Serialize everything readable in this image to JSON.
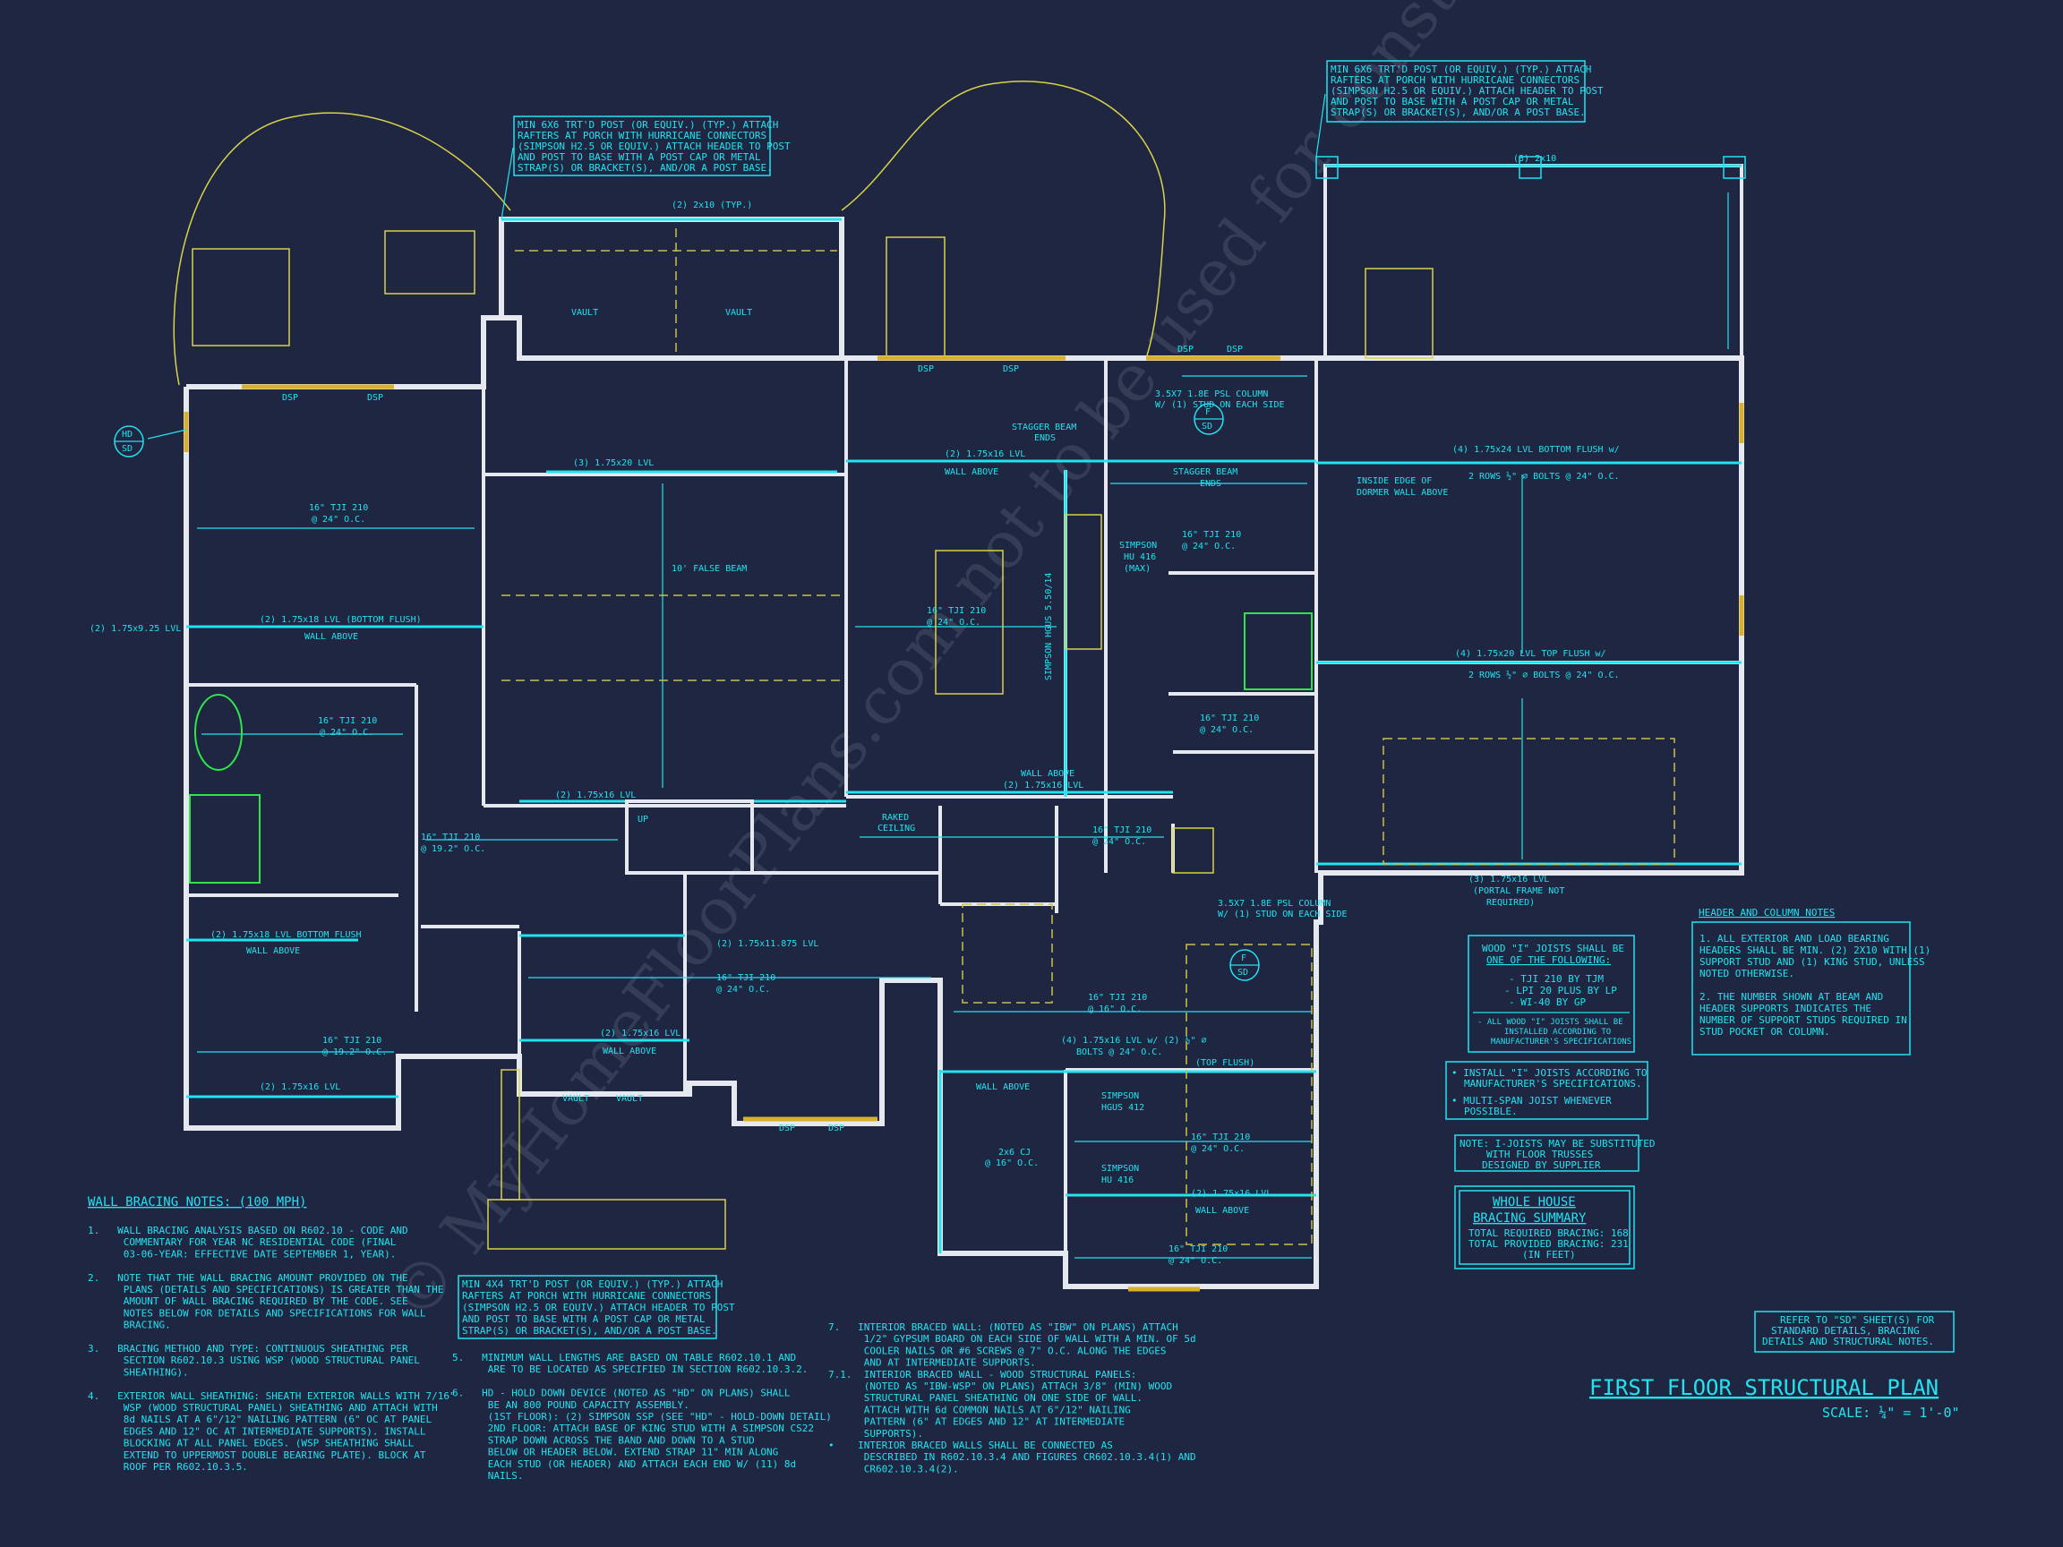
{
  "watermark": "© MyHomeFloorPlans.com not to be used for construction",
  "title": "FIRST FLOOR STRUCTURAL PLAN",
  "scale": "SCALE: ¼\" = 1'-0\"",
  "refer_note": [
    "REFER TO \"SD\" SHEET(S) FOR",
    "STANDARD DETAILS, BRACING",
    "DETAILS AND STRUCTURAL NOTES."
  ],
  "post_notes": {
    "left": [
      "MIN 6X6 TRT'D POST (OR EQUIV.) (TYP.) ATTACH",
      "RAFTERS AT PORCH WITH HURRICANE CONNECTORS",
      "(SIMPSON H2.5 OR EQUIV.) ATTACH HEADER TO POST",
      "AND POST TO BASE WITH A POST CAP OR METAL",
      "STRAP(S) OR BRACKET(S), AND/OR A POST BASE."
    ],
    "right": [
      "MIN 6X6 TRT'D POST (OR EQUIV.) (TYP.) ATTACH",
      "RAFTERS AT PORCH WITH HURRICANE CONNECTORS",
      "(SIMPSON H2.5 OR EQUIV.) ATTACH HEADER TO POST",
      "AND POST TO BASE WITH A POST CAP OR METAL",
      "STRAP(S) OR BRACKET(S), AND/OR A POST BASE."
    ],
    "bottom": [
      "MIN 4X4 TRT'D POST (OR EQUIV.) (TYP.) ATTACH",
      "RAFTERS AT PORCH WITH HURRICANE CONNECTORS",
      "(SIMPSON H2.5 OR EQUIV.) ATTACH HEADER TO POST",
      "AND POST TO BASE WITH A POST CAP OR METAL",
      "STRAP(S) OR BRACKET(S), AND/OR A POST BASE."
    ]
  },
  "header_notes": {
    "title": "HEADER AND COLUMN NOTES",
    "lines": [
      "1. ALL EXTERIOR AND LOAD BEARING",
      "HEADERS SHALL BE MIN. (2) 2X10 WITH (1)",
      "SUPPORT STUD AND (1) KING STUD, UNLESS",
      "NOTED OTHERWISE.",
      "",
      "2. THE NUMBER SHOWN AT BEAM AND",
      "HEADER SUPPORTS INDICATES THE",
      "NUMBER OF SUPPORT STUDS REQUIRED IN",
      "STUD POCKET OR COLUMN."
    ]
  },
  "joist_notes": {
    "lines": [
      "WOOD \"I\" JOISTS SHALL BE",
      "ONE OF THE FOLLOWING:",
      "- TJI 210 BY TJM",
      "- LPI 20 PLUS BY LP",
      "- WI-40 BY GP",
      "- ALL WOOD \"I\" JOISTS SHALL BE",
      "INSTALLED ACCORDING TO",
      "MANUFACTURER'S SPECIFICATIONS"
    ]
  },
  "install_notes": [
    "• INSTALL \"I\" JOISTS ACCORDING TO",
    "MANUFACTURER'S SPECIFICATIONS.",
    "• MULTI-SPAN JOIST WHENEVER",
    "POSSIBLE."
  ],
  "truss_note": [
    "NOTE: I-JOISTS MAY BE SUBSTITUTED",
    "WITH FLOOR TRUSSES",
    "DESIGNED BY SUPPLIER"
  ],
  "bracing_summary": [
    "WHOLE HOUSE",
    "BRACING SUMMARY",
    "TOTAL REQUIRED BRACING: 168",
    "TOTAL PROVIDED BRACING: 231",
    "(IN FEET)"
  ],
  "wall_bracing": {
    "title": "WALL BRACING NOTES: (100 MPH)",
    "col1": [
      "1.   WALL BRACING ANALYSIS BASED ON R602.10 - CODE AND",
      "      COMMENTARY FOR YEAR NC RESIDENTIAL CODE (FINAL",
      "      03-06-YEAR: EFFECTIVE DATE SEPTEMBER 1, YEAR).",
      "",
      "2.   NOTE THAT THE WALL BRACING AMOUNT PROVIDED ON THE",
      "      PLANS (DETAILS AND SPECIFICATIONS) IS GREATER THAN THE",
      "      AMOUNT OF WALL BRACING REQUIRED BY THE CODE. SEE",
      "      NOTES BELOW FOR DETAILS AND SPECIFICATIONS FOR WALL",
      "      BRACING.",
      "",
      "3.   BRACING METHOD AND TYPE: CONTINUOUS SHEATHING PER",
      "      SECTION R602.10.3 USING WSP (WOOD STRUCTURAL PANEL",
      "      SHEATHING).",
      "",
      "4.   EXTERIOR WALL SHEATHING: SHEATH EXTERIOR WALLS WITH 7/16\"",
      "      WSP (WOOD STRUCTURAL PANEL) SHEATHING AND ATTACH WITH",
      "      8d NAILS AT A 6\"/12\" NAILING PATTERN (6\" OC AT PANEL",
      "      EDGES AND 12\" OC AT INTERMEDIATE SUPPORTS). INSTALL",
      "      BLOCKING AT ALL PANEL EDGES. (WSP SHEATHING SHALL",
      "      EXTEND TO UPPERMOST DOUBLE BEARING PLATE). BLOCK AT",
      "      ROOF PER R602.10.3.5."
    ],
    "col2": [
      "5.   MINIMUM WALL LENGTHS ARE BASED ON TABLE R602.10.1 AND",
      "      ARE TO BE LOCATED AS SPECIFIED IN SECTION R602.10.3.2.",
      "",
      "6.   HD - HOLD DOWN DEVICE (NOTED AS \"HD\" ON PLANS) SHALL",
      "      BE AN 800 POUND CAPACITY ASSEMBLY.",
      "      (1ST FLOOR): (2) SIMPSON SSP (SEE \"HD\" - HOLD-DOWN DETAIL)",
      "      2ND FLOOR: ATTACH BASE OF KING STUD WITH A SIMPSON CS22",
      "      STRAP DOWN ACROSS THE BAND AND DOWN TO A STUD",
      "      BELOW OR HEADER BELOW. EXTEND STRAP 11\" MIN ALONG",
      "      EACH STUD (OR HEADER) AND ATTACH EACH END W/ (11) 8d",
      "      NAILS."
    ],
    "col3": [
      "7.   INTERIOR BRACED WALL: (NOTED AS \"IBW\" ON PLANS) ATTACH",
      "      1/2\" GYPSUM BOARD ON EACH SIDE OF WALL WITH A MIN. OF 5d",
      "      COOLER NAILS OR #6 SCREWS @ 7\" O.C. ALONG THE EDGES",
      "      AND AT INTERMEDIATE SUPPORTS.",
      "7.1.  INTERIOR BRACED WALL - WOOD STRUCTURAL PANELS:",
      "      (NOTED AS \"IBW-WSP\" ON PLANS) ATTACH 3/8\" (MIN) WOOD",
      "      STRUCTURAL PANEL SHEATHING ON ONE SIDE OF WALL.",
      "      ATTACH WITH 6d COMMON NAILS AT 6\"/12\" NAILING",
      "      PATTERN (6\" AT EDGES AND 12\" AT INTERMEDIATE",
      "      SUPPORTS).",
      "•    INTERIOR BRACED WALLS SHALL BE CONNECTED AS",
      "      DESCRIBED IN R602.10.3.4 AND FIGURES CR602.10.3.4(1) AND",
      "      CR602.10.3.4(2)."
    ]
  },
  "plan_labels": {
    "joist_16_24": "16\" TJI 210",
    "oc_24": "@ 24\" O.C.",
    "oc_192": "@ 19.2\" O.C.",
    "vault": "VAULT",
    "dsp": "DSP",
    "hd": "HD",
    "sd": "SD",
    "f": "F",
    "wall_above": "WALL ABOVE",
    "lvl_2_175x16": "(2) 1.75x16 LVL",
    "lvl_3_175x20": "(3) 1.75x20 LVL",
    "lvl_2_175x18_bf": "(2) 1.75x18 LVL (BOTTOM FLUSH)",
    "lvl_2_175x925": "(2) 1.75x9.25 LVL",
    "lvl_2_175x11875": "(2) 1.75x11.875 LVL",
    "lvl_4_175x24": "(4) 1.75x24 LVL BOTTOM FLUSH w/",
    "lvl_4_175x20": "(4) 1.75x20 LVL TOP FLUSH w/",
    "bolts": "2 ROWS ½\" ⌀ BOLTS @ 24\" O.C.",
    "lvl_3_175x16": "(3) 1.75x16 LVL",
    "portal": "(PORTAL FRAME NOT",
    "required": "REQUIRED)",
    "top_2x10_typ": "(2) 2x10 (TYP.)",
    "top_3x10": "(3) 2x10",
    "psl": "3.5X7 1.8E PSL COLUMN",
    "psl2": "W/ (1) STUD ON EACH SIDE",
    "stagger": "STAGGER BEAM",
    "ends": "ENDS",
    "false_beam": "10' FALSE BEAM",
    "simpson_hu": "SIMPSON",
    "hu_416": "HU 416",
    "max": "(MAX)",
    "cj": "2x6 CJ",
    "oc_16": "@ 16\" O.C.",
    "raked": "RAKED",
    "ceiling": "CEILING",
    "hgus": "SIMPSON HGUS 5.50/14",
    "hgus412": "HGUS 412",
    "top_flush": "(TOP FLUSH)",
    "dormer1": "INSIDE EDGE OF",
    "dormer2": "DORMER WALL ABOVE",
    "lvl_bottom_flush": "(2) 1.75x18 LVL BOTTOM FLUSH",
    "lvl_4_175x16": "(4) 1.75x16 LVL w/ (2) ½\" ⌀",
    "bolts2": "BOLTS @ 24\" O.C.",
    "up": "UP"
  }
}
